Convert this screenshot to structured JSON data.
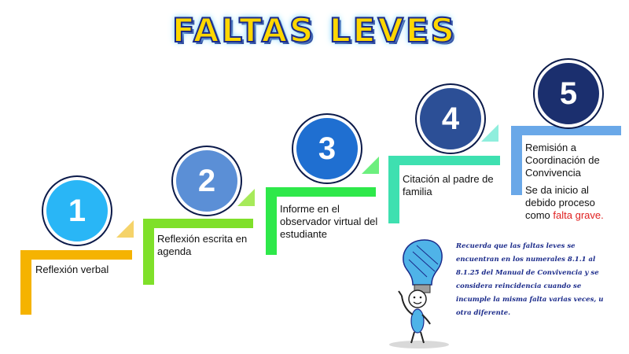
{
  "title": "FALTAS LEVES",
  "colors": {
    "step1": "#f5b301",
    "step2": "#7fe02a",
    "step3": "#2ee84a",
    "step4": "#3ee0b0",
    "step5": "#6aa8e8",
    "circle1": "#29b6f6",
    "circle2": "#5b8fd6",
    "circle3": "#1f6fd1",
    "circle4": "#2c4f96",
    "circle5": "#1b2f6e"
  },
  "steps": [
    {
      "number": "1",
      "text": "Reflexión verbal"
    },
    {
      "number": "2",
      "text": "Reflexión escrita en agenda"
    },
    {
      "number": "3",
      "text": "Informe en el observador virtual del estudiante"
    },
    {
      "number": "4",
      "text": "Citación al padre de familia"
    },
    {
      "number": "5",
      "text": "Remisión a Coordinación de Convivencia",
      "text2": "Se da inicio al debido proceso como ",
      "text2_highlight": "falta grave."
    }
  ],
  "note": "Recuerda que las faltas leves se encuentran en los numerales 8.1.1 al 8.1.25 del Manual de Convivencia y se considera reincidencia cuando se incumple la misma falta varias veces, u otra diferente.",
  "icons": {
    "character": "stick-figure-lightbulb-icon"
  }
}
